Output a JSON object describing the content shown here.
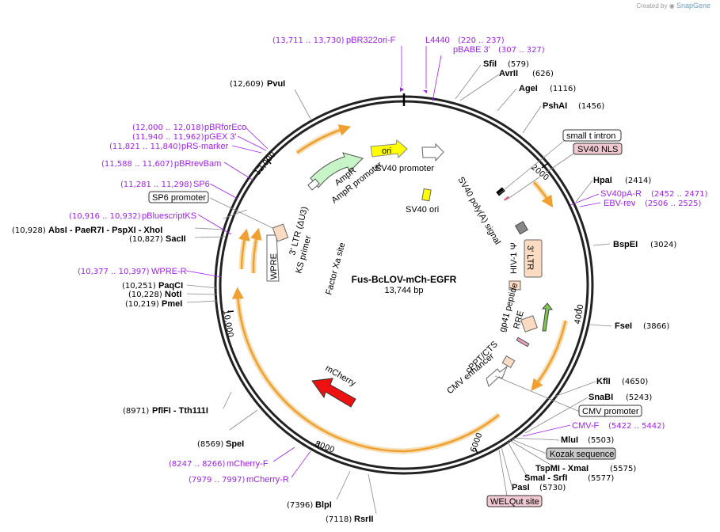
{
  "watermark": {
    "created_by": "Created by",
    "brand": "SnapGene"
  },
  "plasmid": {
    "name": "Fus-BcLOV-mCh-EGFR",
    "length_label": "13,744 bp"
  },
  "ticks": [
    "2000",
    "4000",
    "6000",
    "8000",
    "10,000",
    "12,000"
  ],
  "enzymes": [
    {
      "name": "PvuI",
      "pos": "(12,609)"
    },
    {
      "name": "SfiI",
      "pos": "(579)"
    },
    {
      "name": "AvrII",
      "pos": "(626)"
    },
    {
      "name": "AgeI",
      "pos": "(1116)"
    },
    {
      "name": "PshAI",
      "pos": "(1456)"
    },
    {
      "name": "HpaI",
      "pos": "(2414)"
    },
    {
      "name": "BspEI",
      "pos": "(3024)"
    },
    {
      "name": "FseI",
      "pos": "(3866)"
    },
    {
      "name": "KflI",
      "pos": "(4650)"
    },
    {
      "name": "SnaBI",
      "pos": "(5243)"
    },
    {
      "name": "MluI",
      "pos": "(5503)"
    },
    {
      "name": "TspMI - XmaI",
      "pos": "(5575)"
    },
    {
      "name": "SmaI - SrfI",
      "pos": "(5577)"
    },
    {
      "name": "PasI",
      "pos": "(5730)"
    },
    {
      "name": "RsrII",
      "pos": "(7118)"
    },
    {
      "name": "BlpI",
      "pos": "(7396)"
    },
    {
      "name": "SpeI",
      "pos": "(8569)"
    },
    {
      "name": "PflFI - Tth111I",
      "pos": "(8971)"
    },
    {
      "name": "PmeI",
      "pos": "(10,219)"
    },
    {
      "name": "NotI",
      "pos": "(10,228)"
    },
    {
      "name": "PaqCI",
      "pos": "(10,251)"
    },
    {
      "name": "SacII",
      "pos": "(10,827)"
    },
    {
      "name": "AbsI - PaeR7I - PspXI - XhoI",
      "pos": "(10,928)"
    }
  ],
  "primers": [
    {
      "name": "pBR322ori-F",
      "pos": "(13,711 .. 13,730)"
    },
    {
      "name": "L4440",
      "pos": "(220 .. 237)"
    },
    {
      "name": "pBABE 3'",
      "pos": "(307 .. 327)"
    },
    {
      "name": "SV40pA-R",
      "pos": "(2452 .. 2471)"
    },
    {
      "name": "EBV-rev",
      "pos": "(2506 .. 2525)"
    },
    {
      "name": "CMV-F",
      "pos": "(5422 .. 5442)"
    },
    {
      "name": "mCherry-F",
      "pos": "(8247 .. 8266)"
    },
    {
      "name": "mCherry-R",
      "pos": "(7979 .. 7997)"
    },
    {
      "name": "WPRE-R",
      "pos": "(10,377 .. 10,397)"
    },
    {
      "name": "pBluescriptKS",
      "pos": "(10,916 .. 10,932)"
    },
    {
      "name": "SP6",
      "pos": "(11,281 .. 11,298)"
    },
    {
      "name": "pBRrevBam",
      "pos": "(11,588 .. 11,607)"
    },
    {
      "name": "pRS-marker",
      "pos": "(11,821 .. 11,840)"
    },
    {
      "name": "pGEX 3'",
      "pos": "(11,940 .. 11,962)"
    },
    {
      "name": "pBRforEco",
      "pos": "(12,000 .. 12,018)"
    }
  ],
  "boxed_labels": [
    {
      "text": "small t intron",
      "fill": "#ffffff"
    },
    {
      "text": "SV40 NLS",
      "fill": "#f0c8d2"
    },
    {
      "text": "CMV promoter",
      "fill": "#ffffff"
    },
    {
      "text": "Kozak sequence",
      "fill": "#c8c8c8"
    },
    {
      "text": "WELQut site",
      "fill": "#f0c8d2"
    },
    {
      "text": "SP6 promoter",
      "fill": "#ffffff"
    }
  ],
  "features": {
    "ori": "ori",
    "sv40_promoter": "SV40 promoter",
    "sv40_ori": "SV40 ori",
    "ampr": "AmpR",
    "ampr_promoter": "AmpR promoter",
    "sv40_polya": "SV40 poly(A) signal",
    "ltr3": "3' LTR",
    "hiv_psi": "HIV-1 Ψ",
    "gp41": "gp41 peptide",
    "rre": "RRE",
    "cppt": "cPPT/CTS",
    "cmv_enhancer": "CMV enhancer",
    "mcherry": "mCherry",
    "wpre": "WPRE",
    "ltr_du3": "3' LTR (ΔU3)",
    "ks_primer": "KS primer",
    "factor_xa": "Factor Xa site"
  },
  "colors": {
    "orf_orange": "#f0a030",
    "orf_glow": "#f5deb3",
    "mcherry": "#ee1111",
    "ori_yellow": "#ffff00",
    "ampr_green": "#c8f5c8",
    "primer_purple": "#a020f0",
    "ltr_peach": "#fbdcc3"
  }
}
